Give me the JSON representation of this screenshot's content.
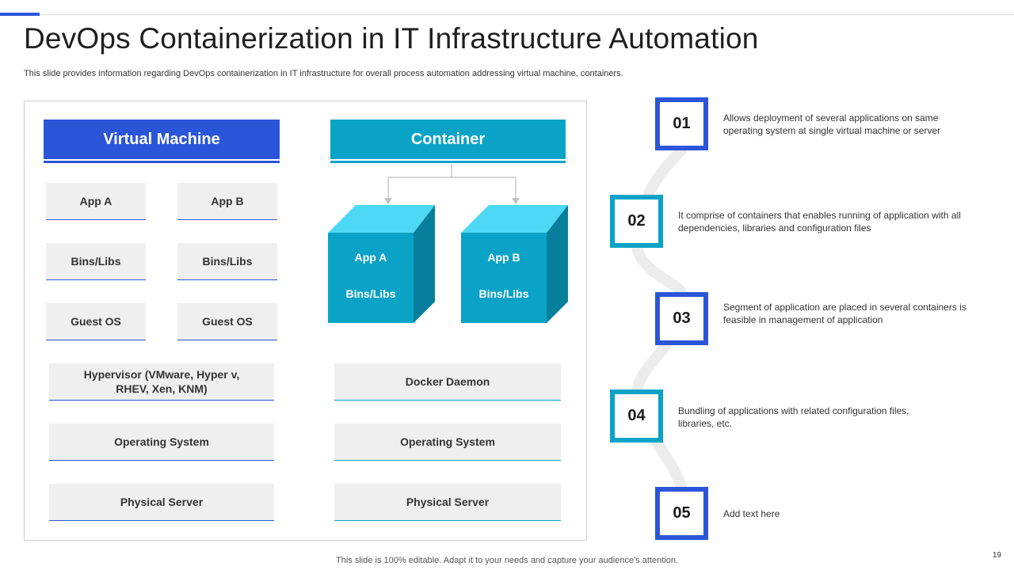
{
  "slide": {
    "title": "DevOps Containerization in IT Infrastructure Automation",
    "subtitle": "This slide provides information regarding DevOps containerization in IT infrastructure for overall process automation addressing virtual machine, containers.",
    "footer": "This slide is 100% editable. Adapt it to your needs and capture your audience's attention.",
    "page_number": "19"
  },
  "colors": {
    "blue": "#2b55d9",
    "teal": "#0aa3c7",
    "cube_top": "#4dd8f5",
    "cube_side": "#077f9c",
    "cube_front": "#0aa3c7"
  },
  "vm": {
    "header": "Virtual Machine",
    "app_a": "App A",
    "app_b": "App B",
    "bins_a": "Bins/Libs",
    "bins_b": "Bins/Libs",
    "guest_a": "Guest OS",
    "guest_b": "Guest OS",
    "hypervisor": "Hypervisor (VMware, Hyper v, RHEV, Xen, KNM)",
    "os": "Operating System",
    "server": "Physical Server"
  },
  "container": {
    "header": "Container",
    "cube_a": {
      "app": "App A",
      "bins": "Bins/Libs"
    },
    "cube_b": {
      "app": "App B",
      "bins": "Bins/Libs"
    },
    "daemon": "Docker Daemon",
    "os": "Operating System",
    "server": "Physical Server"
  },
  "steps": [
    {
      "num": "01",
      "text": "Allows deployment of several applications on same operating system at single virtual machine or server"
    },
    {
      "num": "02",
      "text": "It comprise of containers that enables running of application with all dependencies, libraries and configuration files"
    },
    {
      "num": "03",
      "text": "Segment of application are placed in several containers is feasible in management of application"
    },
    {
      "num": "04",
      "text": "Bundling of applications with related configuration files, libraries, etc."
    },
    {
      "num": "05",
      "text": "Add text here"
    }
  ]
}
